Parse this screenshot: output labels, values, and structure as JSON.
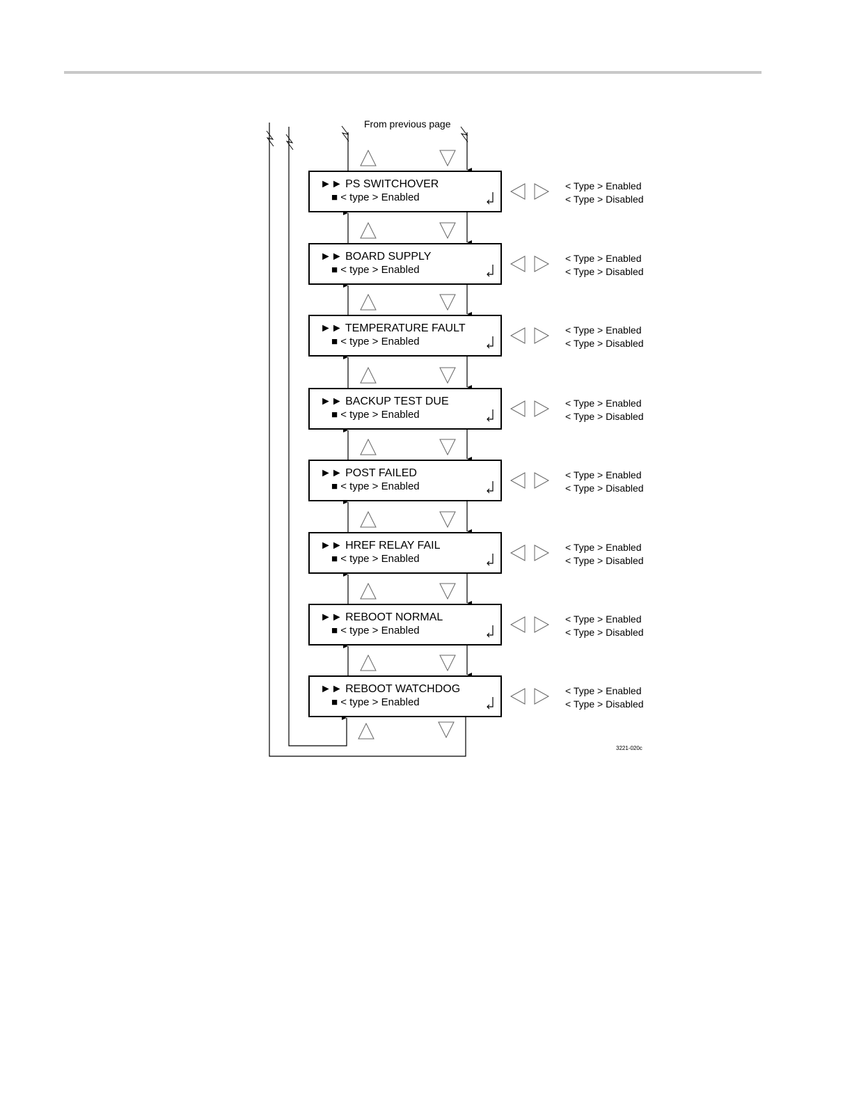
{
  "header": {
    "from_label": "From previous page"
  },
  "figure_id": "3221-020c",
  "screens": [
    {
      "title": "►► PS SWITCHOVER",
      "value": "■ < type > Enabled",
      "options": [
        "< Type > Enabled",
        "< Type > Disabled"
      ]
    },
    {
      "title": "►► BOARD SUPPLY",
      "value": "■ < type > Enabled",
      "options": [
        "< Type > Enabled",
        "< Type > Disabled"
      ]
    },
    {
      "title": "►► TEMPERATURE FAULT",
      "value": "■ < type > Enabled",
      "options": [
        "< Type > Enabled",
        "< Type > Disabled"
      ]
    },
    {
      "title": "►► BACKUP TEST DUE",
      "value": "■ < type > Enabled",
      "options": [
        "< Type > Enabled",
        "< Type > Disabled"
      ]
    },
    {
      "title": "►► POST FAILED",
      "value": "■ < type > Enabled",
      "options": [
        "< Type > Enabled",
        "< Type > Disabled"
      ]
    },
    {
      "title": "►► HREF RELAY FAIL",
      "value": "■ < type > Enabled",
      "options": [
        "< Type > Enabled",
        "< Type > Disabled"
      ]
    },
    {
      "title": "►► REBOOT NORMAL",
      "value": "■ < type > Enabled",
      "options": [
        "< Type > Enabled",
        "< Type > Disabled"
      ]
    },
    {
      "title": "►► REBOOT WATCHDOG",
      "value": "■ < type > Enabled",
      "options": [
        "< Type > Enabled",
        "< Type > Disabled"
      ]
    }
  ],
  "icons": {
    "up": "up-arrow-icon",
    "down": "down-arrow-icon",
    "left": "left-arrow-icon",
    "right": "right-arrow-icon",
    "enter": "enter-icon",
    "break": "break-mark-icon"
  }
}
